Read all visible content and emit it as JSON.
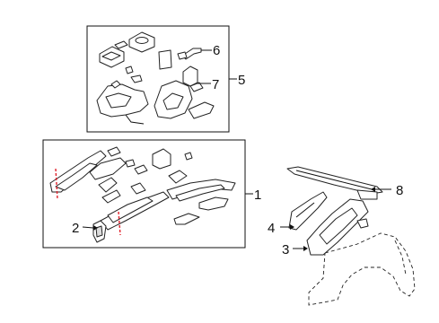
{
  "callouts": {
    "c1": "1",
    "c2": "2",
    "c3": "3",
    "c4": "4",
    "c5": "5",
    "c6": "6",
    "c7": "7",
    "c8": "8"
  },
  "colors": {
    "line": "#111111",
    "cut_mark": "#e0202a",
    "background": "#ffffff"
  }
}
